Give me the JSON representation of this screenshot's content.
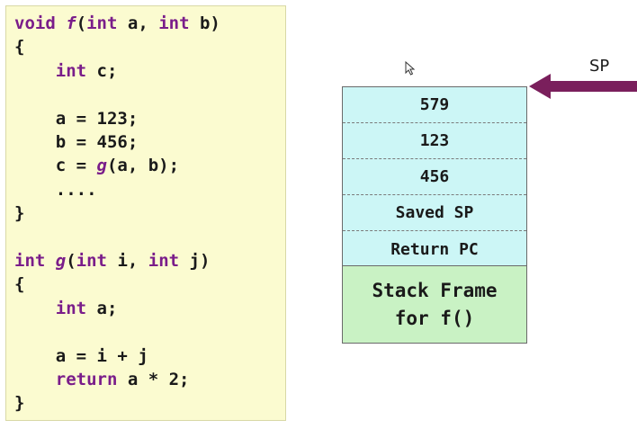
{
  "code": {
    "lines": [
      [
        {
          "t": "void ",
          "c": "kw"
        },
        {
          "t": "f",
          "c": "fn"
        },
        {
          "t": "(",
          "c": "plain"
        },
        {
          "t": "int",
          "c": "kw"
        },
        {
          "t": " a, ",
          "c": "plain"
        },
        {
          "t": "int",
          "c": "kw"
        },
        {
          "t": " b)",
          "c": "plain"
        }
      ],
      [
        {
          "t": "{",
          "c": "plain"
        }
      ],
      [
        {
          "t": "    ",
          "c": "plain"
        },
        {
          "t": "int",
          "c": "kw"
        },
        {
          "t": " c;",
          "c": "plain"
        }
      ],
      [],
      [
        {
          "t": "    a = 123;",
          "c": "plain"
        }
      ],
      [
        {
          "t": "    b = 456;",
          "c": "plain"
        }
      ],
      [
        {
          "t": "    c = ",
          "c": "plain"
        },
        {
          "t": "g",
          "c": "fn"
        },
        {
          "t": "(a, b);",
          "c": "plain"
        }
      ],
      [
        {
          "t": "    ....",
          "c": "plain"
        }
      ],
      [
        {
          "t": "}",
          "c": "plain"
        }
      ],
      [],
      [
        {
          "t": "int ",
          "c": "kw"
        },
        {
          "t": "g",
          "c": "fn"
        },
        {
          "t": "(",
          "c": "plain"
        },
        {
          "t": "int",
          "c": "kw"
        },
        {
          "t": " i, ",
          "c": "plain"
        },
        {
          "t": "int",
          "c": "kw"
        },
        {
          "t": " j)",
          "c": "plain"
        }
      ],
      [
        {
          "t": "{",
          "c": "plain"
        }
      ],
      [
        {
          "t": "    ",
          "c": "plain"
        },
        {
          "t": "int",
          "c": "kw"
        },
        {
          "t": " a;",
          "c": "plain"
        }
      ],
      [],
      [
        {
          "t": "    a = i + j",
          "c": "plain"
        }
      ],
      [
        {
          "t": "    ",
          "c": "plain"
        },
        {
          "t": "return",
          "c": "kw"
        },
        {
          "t": " a * 2;",
          "c": "plain"
        }
      ],
      [
        {
          "t": "}",
          "c": "plain"
        }
      ]
    ]
  },
  "stack": {
    "slots": [
      "579",
      "123",
      "456",
      "Saved SP",
      "Return PC"
    ],
    "frame_line1": "Stack Frame",
    "frame_line2": "for f()"
  },
  "pointer": {
    "label": "SP",
    "color": "#7a1f5c"
  },
  "colors": {
    "code_bg": "#fbfbd0",
    "keyword": "#7a1d8a",
    "slot_bg": "#ccf6f6",
    "frame_bg": "#c9f2c4"
  }
}
